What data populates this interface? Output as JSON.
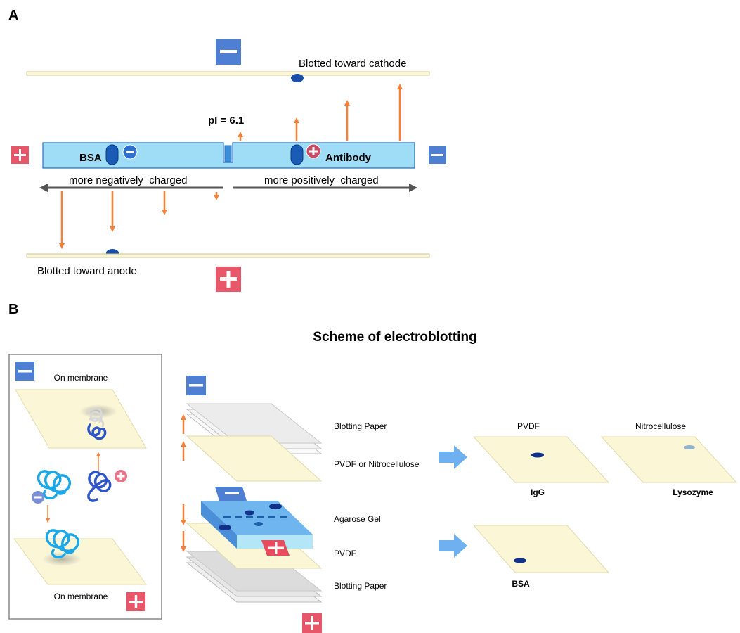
{
  "panel_a": {
    "letter": "A",
    "pi_label": "pI = 6.1",
    "bsa_label": "BSA",
    "antibody_label": "Antibody",
    "neg_label": "more negatively  charged",
    "pos_label": "more positively  charged",
    "cathode_label": "Blotted toward cathode",
    "anode_label": "Blotted toward anode"
  },
  "panel_b": {
    "letter": "B",
    "title": "Scheme of electroblotting",
    "inset": {
      "top_label": "On membrane",
      "bottom_label": "On membrane"
    },
    "stack_labels": {
      "blotting_paper_top": "Blotting Paper",
      "pvdf_or_nc": "PVDF or Nitrocellulose",
      "agarose_gel": "Agarose Gel",
      "pvdf": "PVDF",
      "blotting_paper_bottom": "Blotting Paper"
    },
    "results": {
      "pvdf_header": "PVDF",
      "nc_header": "Nitrocellulose",
      "igg": "IgG",
      "lysozyme": "Lysozyme",
      "bsa": "BSA"
    }
  },
  "colors": {
    "orange_arrow": "#f4803a",
    "gel_blue": "#9fdcf5",
    "gel_border": "#2f6fb8",
    "protein_blue": "#1a5bb5",
    "minus_box": "#4f7fd3",
    "plus_box": "#e8566a",
    "membrane": "#fbf6d6",
    "arrow_blue": "#6fb0f0"
  },
  "icons": [
    "minus-sign-icon",
    "plus-sign-icon",
    "protein-icon",
    "arrow-icon"
  ]
}
